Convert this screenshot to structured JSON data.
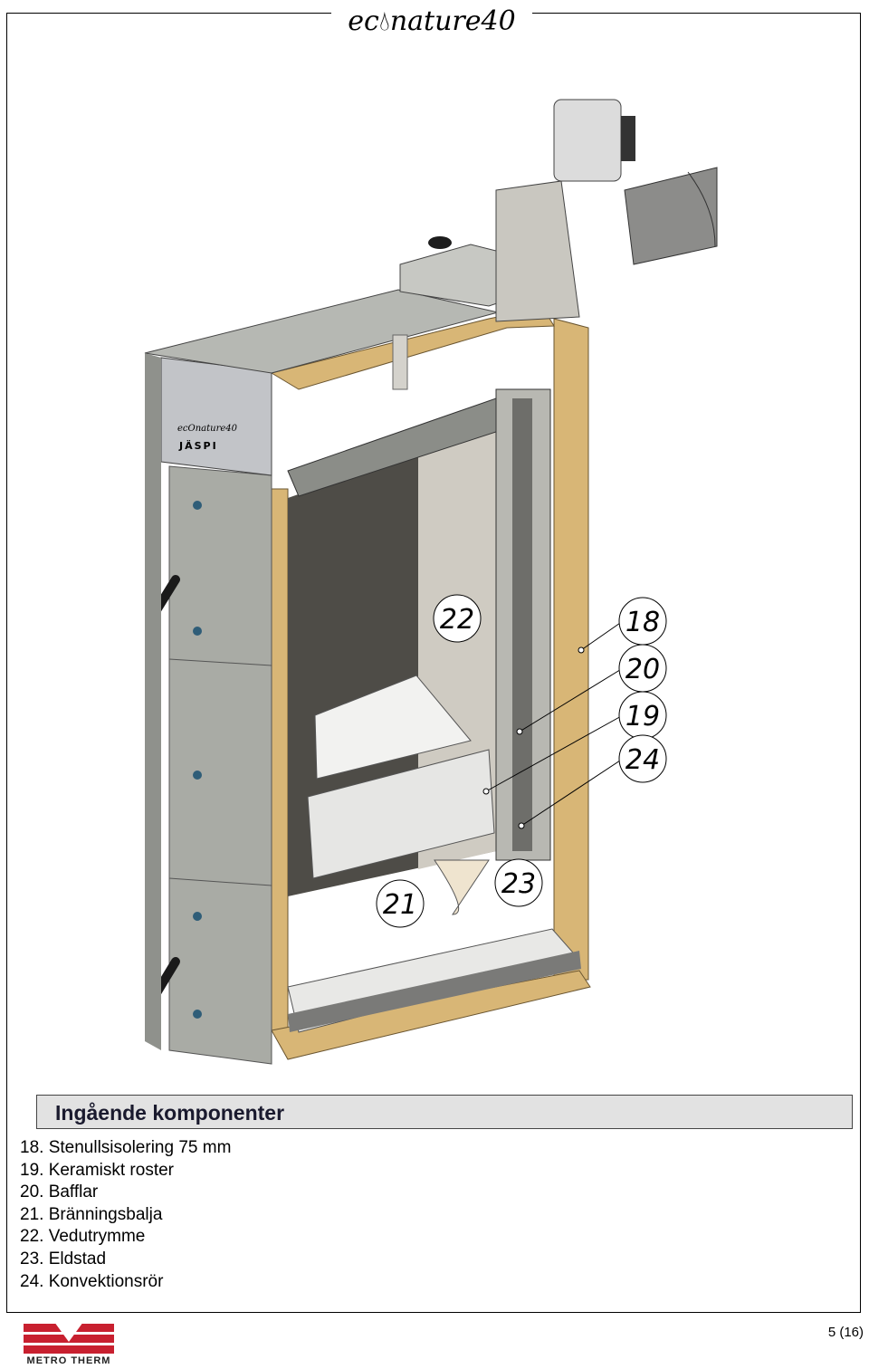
{
  "header": {
    "brand_prefix": "ec",
    "brand_suffix": "nature40"
  },
  "illustration": {
    "panel_brand": "ecOnature40",
    "panel_maker": "JÄSPI",
    "callouts": [
      "22",
      "18",
      "20",
      "19",
      "24",
      "21",
      "23"
    ]
  },
  "parts": {
    "title": "Ingående komponenter",
    "items": [
      "18. Stenullsisolering 75 mm",
      "19. Keramiskt roster",
      "20. Bafflar",
      "21. Bränningsbalja",
      "22. Vedutrymme",
      "23. Eldstad",
      "24. Konvektionsrör"
    ]
  },
  "footer": {
    "logo_text": "METRO THERM",
    "page": "5 (16)"
  },
  "colors": {
    "logo_red": "#c8202f",
    "insulation": "#d8b676",
    "steel": "#a9aba5"
  }
}
